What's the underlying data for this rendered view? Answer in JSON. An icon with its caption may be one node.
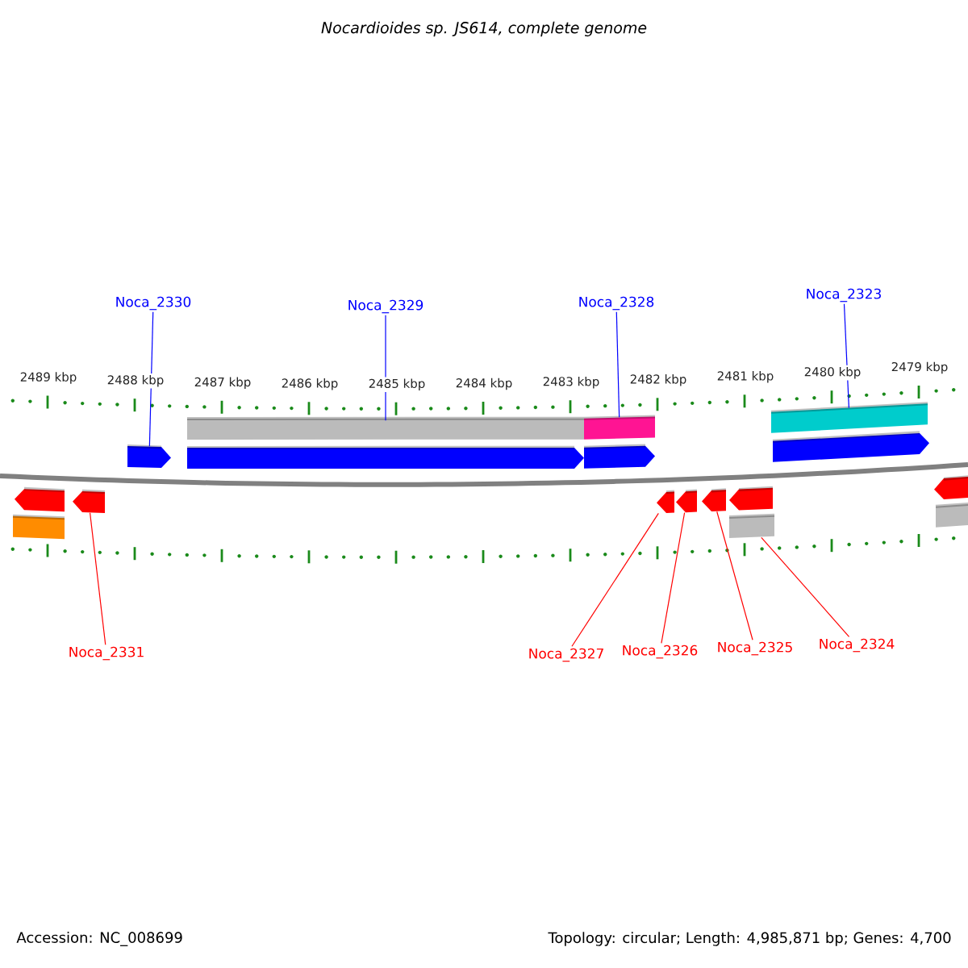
{
  "diagram": {
    "title": "Nocardioides sp. JS614, complete genome",
    "nodes": [
      {
        "text": [
          "Noca_2330"
        ]
      },
      {
        "text": [
          "Noca_2329"
        ]
      },
      {
        "text": [
          "Noca_2328"
        ]
      },
      {
        "text": [
          "Noca_2323"
        ]
      },
      {
        "text": [
          "Noca_2331"
        ]
      },
      {
        "text": [
          "Noca_2327"
        ]
      },
      {
        "text": [
          "Noca_2326"
        ]
      },
      {
        "text": [
          "Noca_2325"
        ]
      },
      {
        "text": [
          "Noca_2324"
        ]
      },
      {
        "text": [],
        "shape": "bar"
      },
      {
        "text": [],
        "shape": "arrow"
      },
      {
        "text": [],
        "shape": "arrow"
      },
      {
        "text": [],
        "shape": "arrow"
      },
      {
        "text": [],
        "shape": "bar"
      },
      {
        "text": [],
        "shape": "arrow"
      },
      {
        "text": [],
        "shape": "bar"
      },
      {
        "text": [],
        "shape": "arrow"
      },
      {
        "text": [],
        "shape": "arrow"
      },
      {
        "text": [],
        "shape": "arrow"
      },
      {
        "text": [],
        "shape": "arrow"
      },
      {
        "text": [],
        "shape": "arrow"
      },
      {
        "text": [],
        "shape": "bar"
      },
      {
        "text": [],
        "shape": "bar"
      },
      {
        "text": [],
        "shape": "arrow"
      },
      {
        "text": [],
        "shape": "arrow"
      },
      {
        "text": [],
        "shape": "bar"
      }
    ],
    "edges": [
      {
        "from": 0,
        "to": 12,
        "arrow": "none",
        "color": "#0000ff"
      },
      {
        "from": 1,
        "to": 13,
        "arrow": "none",
        "color": "#0000ff"
      },
      {
        "from": 2,
        "to": 15,
        "arrow": "none",
        "color": "#0000ff"
      },
      {
        "from": 3,
        "to": 22,
        "arrow": "none",
        "color": "#0000ff"
      },
      {
        "from": 4,
        "to": 11,
        "arrow": "none",
        "color": "#ff0000"
      },
      {
        "from": 5,
        "to": 17,
        "arrow": "none",
        "color": "#ff0000"
      },
      {
        "from": 6,
        "to": 18,
        "arrow": "none",
        "color": "#ff0000"
      },
      {
        "from": 7,
        "to": 19,
        "arrow": "none",
        "color": "#ff0000"
      },
      {
        "from": 8,
        "to": 21,
        "arrow": "none",
        "color": "#ff0000"
      }
    ],
    "labels": [
      "2489 kbp",
      "2488 kbp",
      "2487 kbp",
      "2486 kbp",
      "2485 kbp",
      "2484 kbp",
      "2483 kbp",
      "2482 kbp",
      "2481 kbp",
      "2480 kbp",
      "2479 kbp",
      "Accession: NC_008699",
      "Topology: circular; Length: 4,985,871 bp; Genes: 4,700"
    ]
  }
}
